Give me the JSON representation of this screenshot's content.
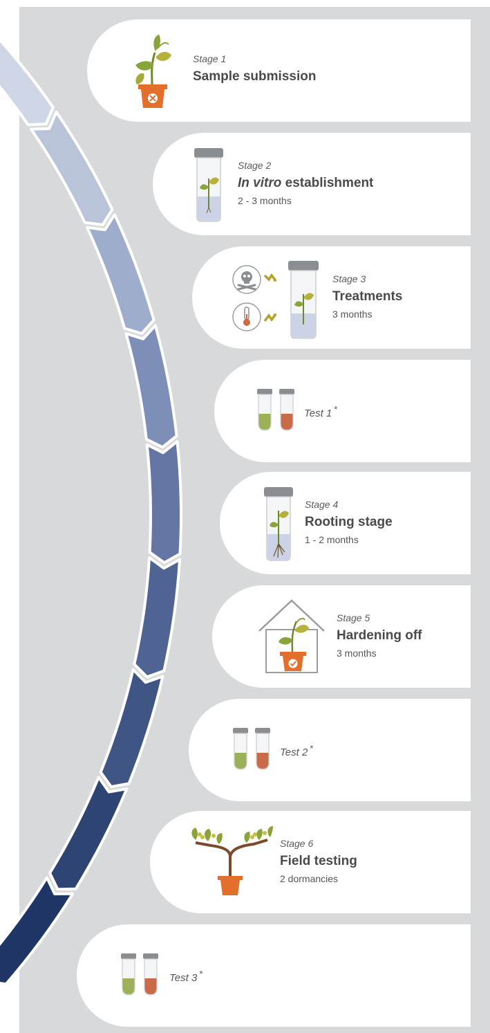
{
  "colors": {
    "panel": "#d7d9db",
    "card": "#ffffff",
    "arrow_gradient": [
      "#cfd7e6",
      "#b9c4db",
      "#9eadcb",
      "#7d8fb8",
      "#6476a3",
      "#4f6492",
      "#3f5583",
      "#2e4472",
      "#1f3566"
    ],
    "leaf_green": "#8aa33b",
    "pot_orange": "#e26f2b",
    "sample_green": "#9cb057",
    "sample_red": "#c96b48",
    "tube_cap": "#8a8d91"
  },
  "steps": [
    {
      "stage": "Stage 1",
      "title": "Sample submission",
      "duration": "",
      "icon": "potted-plant-icon"
    },
    {
      "stage": "Stage 2",
      "title_italic": "In vitro",
      "title_rest": " establishment",
      "duration": "2 - 3 months",
      "icon": "test-tube-plant-icon"
    },
    {
      "stage": "Stage 3",
      "title": "Treatments",
      "duration": "3 months",
      "icons": [
        "skull-crossbones-icon",
        "thermometer-icon",
        "test-tube-plant-icon"
      ]
    },
    {
      "test": "Test 1",
      "mark": "*",
      "icon": "sample-tubes-icon"
    },
    {
      "stage": "Stage 4",
      "title": "Rooting stage",
      "duration": "1 - 2 months",
      "icon": "rooted-tube-icon"
    },
    {
      "stage": "Stage 5",
      "title": "Hardening off",
      "duration": "3 months",
      "icon": "greenhouse-icon"
    },
    {
      "test": "Test 2",
      "mark": "*",
      "icon": "sample-tubes-icon"
    },
    {
      "stage": "Stage 6",
      "title": "Field testing",
      "duration": "2 dormancies",
      "icon": "grapevine-icon"
    },
    {
      "test": "Test 3",
      "mark": "*",
      "icon": "sample-tubes-icon"
    }
  ]
}
